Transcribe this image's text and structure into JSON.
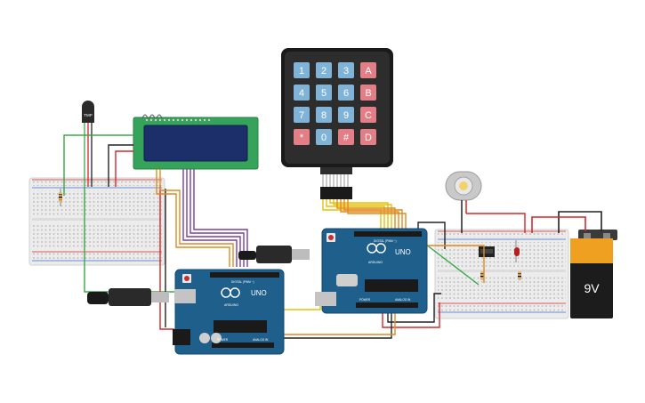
{
  "keypad": {
    "keys": [
      "1",
      "2",
      "3",
      "A",
      "4",
      "5",
      "6",
      "B",
      "7",
      "8",
      "9",
      "C",
      "*",
      "0",
      "#",
      "D"
    ],
    "digit_color": "#7fb3d8",
    "letter_color": "#e37d86"
  },
  "sensor": {
    "label": "TMP"
  },
  "arduino_left": {
    "brand": "UNO",
    "sub": "ARDUINO",
    "digital_label": "DIGITAL (PWM ~)",
    "power_label": "POWER",
    "analog_label": "ANALOG IN"
  },
  "arduino_right": {
    "brand": "UNO",
    "sub": "ARDUINO",
    "digital_label": "DIGITAL (PWM ~)",
    "power_label": "POWER",
    "analog_label": "ANALOG IN"
  },
  "battery": {
    "label": "9V"
  },
  "colors": {
    "wire_red": "#d62728",
    "wire_black": "#222222",
    "wire_green": "#3aa848",
    "wire_orange": "#e08a1e",
    "wire_purple": "#7a3fa0",
    "wire_yellow": "#e6c20a",
    "board_blue": "#1f5f8b",
    "lcd_green": "#36a35a",
    "lcd_screen": "#1d2f6b"
  }
}
